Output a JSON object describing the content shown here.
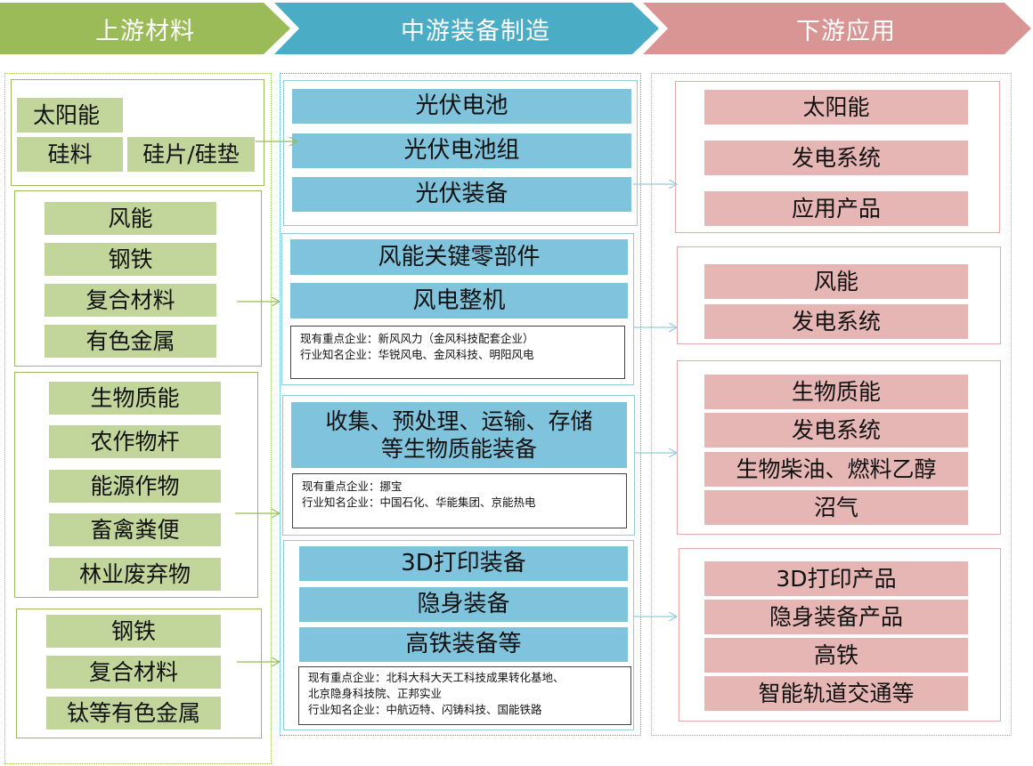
{
  "headers": {
    "upstream": "上游材料",
    "midstream": "中游装备制造",
    "downstream": "下游应用"
  },
  "upstream": {
    "solar": [
      "太阳能",
      "硅料",
      "硅片/硅垫"
    ],
    "wind": [
      "风能",
      "钢铁",
      "复合材料",
      "有色金属"
    ],
    "bio": [
      "生物质能",
      "农作物杆",
      "能源作物",
      "畜禽粪便",
      "林业废弃物"
    ],
    "print": [
      "钢铁",
      "复合材料",
      "钛等有色金属"
    ]
  },
  "midstream": {
    "solar": [
      "光伏电池",
      "光伏电池组",
      "光伏装备"
    ],
    "wind": [
      "风能关键零部件",
      "风电整机"
    ],
    "wind_note": [
      "现有重点企业：新风风力（金风科技配套企业）",
      "行业知名企业：华锐风电、金风科技、明阳风电"
    ],
    "bio": [
      "收集、预处理、运输、存储",
      "等生物质能装备"
    ],
    "bio_note": [
      "现有重点企业：挪宝",
      "行业知名企业：中国石化、华能集团、京能热电"
    ],
    "print": [
      "3D打印装备",
      "隐身装备",
      "高铁装备等"
    ],
    "print_note": [
      "现有重点企业：北科大科大天工科技成果转化基地、",
      "北京隐身科技院、正邦实业",
      "行业知名企业：中航迈特、闪铸科技、国能铁路"
    ]
  },
  "downstream": {
    "solar": [
      "太阳能",
      "发电系统",
      "应用产品"
    ],
    "wind": [
      "风能",
      "发电系统"
    ],
    "bio": [
      "生物质能",
      "发电系统",
      "生物柴油、燃料乙醇",
      "沼气"
    ],
    "print": [
      "3D打印产品",
      "隐身装备产品",
      "高铁",
      "智能轨道交通等"
    ]
  },
  "colors": {
    "upstream": "#9bbb59",
    "midstream": "#4bacc6",
    "downstream": "#d99594"
  }
}
